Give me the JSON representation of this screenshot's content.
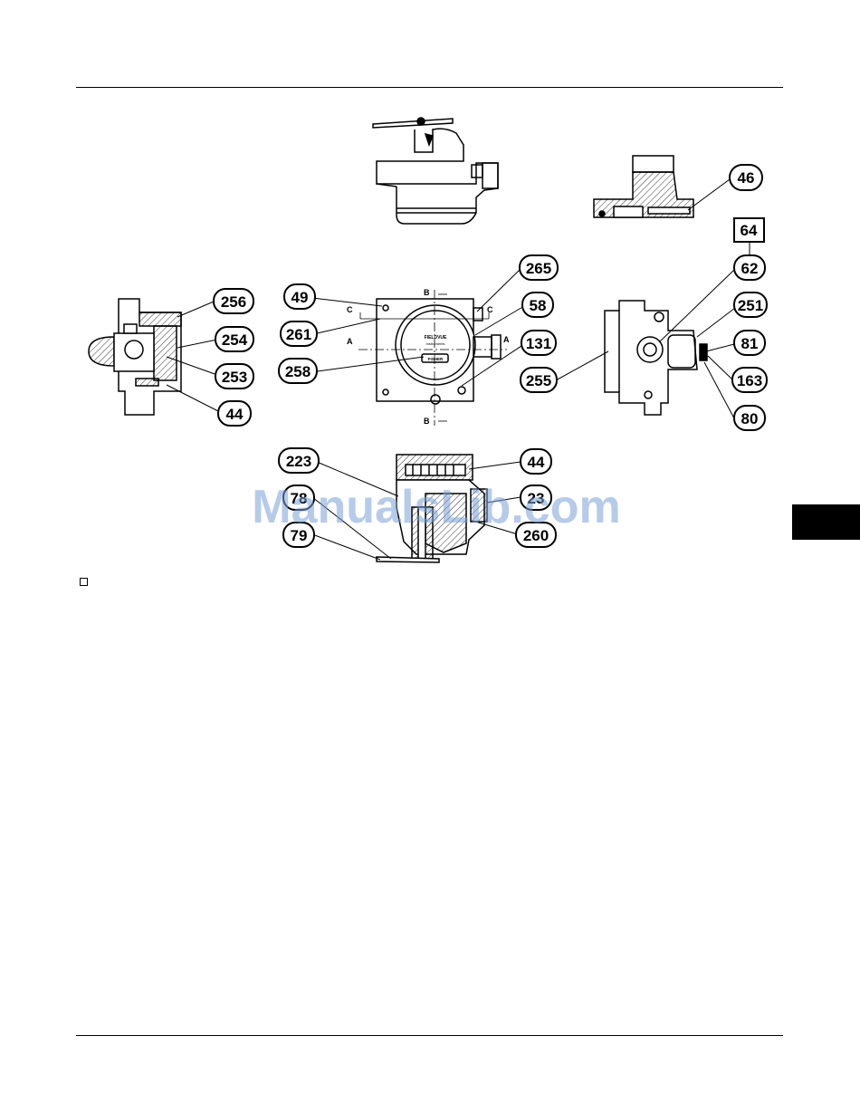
{
  "callouts": [
    {
      "id": "c46",
      "label": "46"
    },
    {
      "id": "c64",
      "label": "64"
    },
    {
      "id": "c62",
      "label": "62"
    },
    {
      "id": "c251",
      "label": "251"
    },
    {
      "id": "c81",
      "label": "81"
    },
    {
      "id": "c163",
      "label": "163"
    },
    {
      "id": "c80",
      "label": "80"
    },
    {
      "id": "c255",
      "label": "255"
    },
    {
      "id": "c265",
      "label": "265"
    },
    {
      "id": "c58",
      "label": "58"
    },
    {
      "id": "c131",
      "label": "131"
    },
    {
      "id": "c49",
      "label": "49"
    },
    {
      "id": "c261",
      "label": "261"
    },
    {
      "id": "c258",
      "label": "258"
    },
    {
      "id": "c256",
      "label": "256"
    },
    {
      "id": "c254",
      "label": "254"
    },
    {
      "id": "c253",
      "label": "253"
    },
    {
      "id": "c44a",
      "label": "44"
    },
    {
      "id": "c223",
      "label": "223"
    },
    {
      "id": "c78",
      "label": "78"
    },
    {
      "id": "c79",
      "label": "79"
    },
    {
      "id": "c44b",
      "label": "44"
    },
    {
      "id": "c23",
      "label": "23"
    },
    {
      "id": "c260",
      "label": "260"
    }
  ],
  "section_marks": {
    "b_top": "B",
    "b_bottom": "B",
    "a_left": "A",
    "a_right": "A",
    "c_left": "C",
    "c_right": "C"
  },
  "nameplate": {
    "line1": "FIELDVUE",
    "line2": "Instruments",
    "line3": "FISHER"
  },
  "watermark": "ManualsLib.com",
  "colors": {
    "ink": "#000000",
    "watermark": "#78a0d7",
    "tab": "#000000"
  }
}
